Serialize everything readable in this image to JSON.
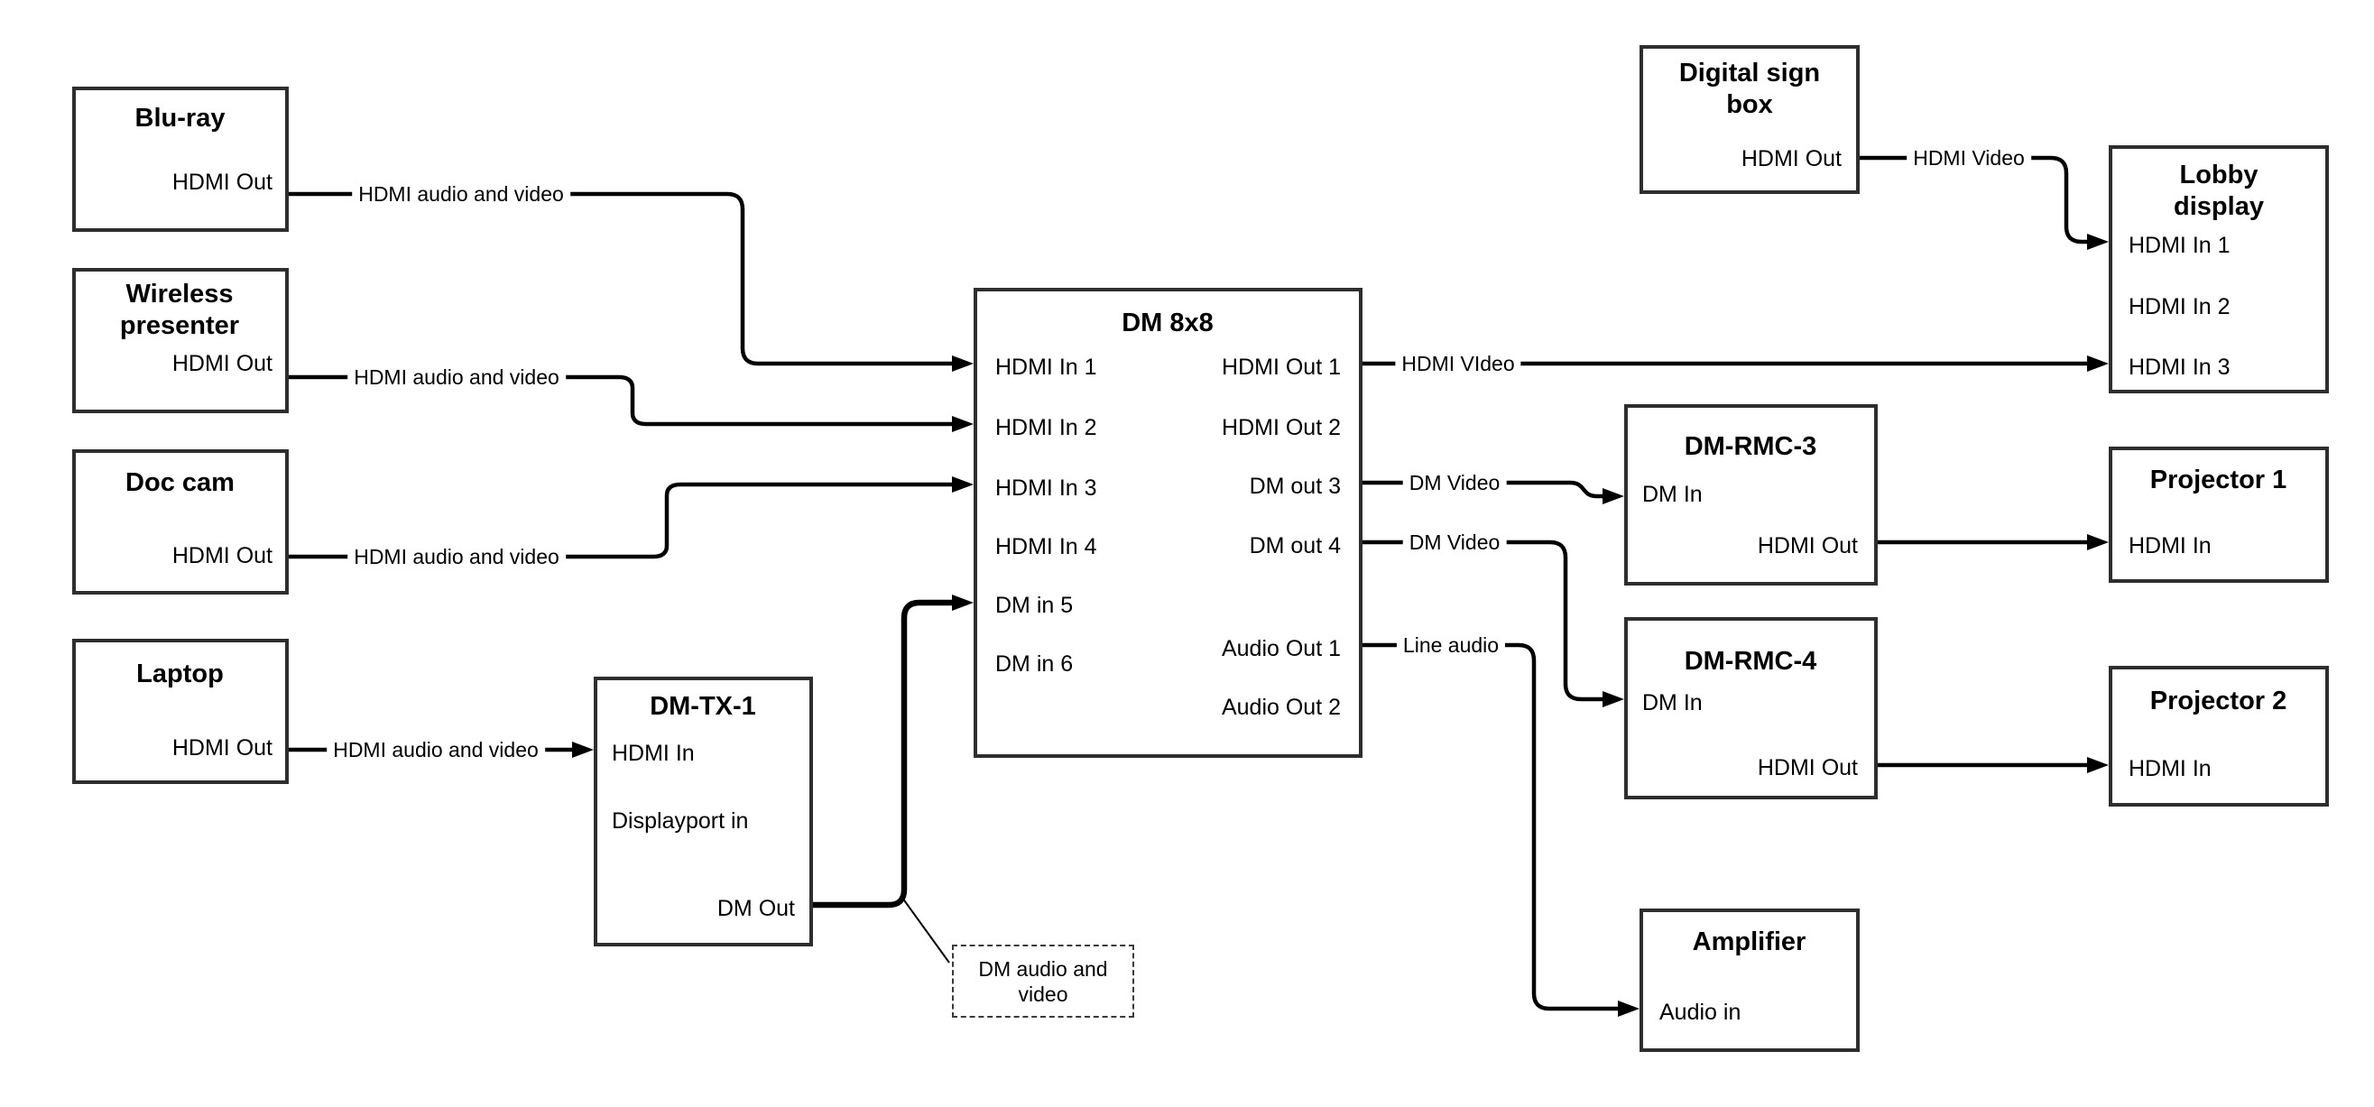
{
  "nodes": {
    "blu_ray": {
      "title": "Blu-ray",
      "port_out": "HDMI Out"
    },
    "wireless": {
      "title": "Wireless presenter",
      "port_out": "HDMI Out"
    },
    "doc_cam": {
      "title": "Doc cam",
      "port_out": "HDMI Out"
    },
    "laptop": {
      "title": "Laptop",
      "port_out": "HDMI Out"
    },
    "dm_tx_1": {
      "title": "DM-TX-1",
      "port_hdmi_in": "HDMI In",
      "port_dp_in": "Displayport in",
      "port_dm_out": "DM Out"
    },
    "dm_8x8": {
      "title": "DM 8x8",
      "in1": "HDMI In 1",
      "in2": "HDMI In 2",
      "in3": "HDMI In 3",
      "in4": "HDMI In 4",
      "in5": "DM in 5",
      "in6": "DM in 6",
      "out1": "HDMI Out 1",
      "out2": "HDMI Out 2",
      "out3": "DM out 3",
      "out4": "DM out 4",
      "aout1": "Audio Out 1",
      "aout2": "Audio Out 2"
    },
    "digital_sign_box": {
      "title": "Digital sign box",
      "port_out": "HDMI Out"
    },
    "lobby_display": {
      "title": "Lobby display",
      "in1": "HDMI In 1",
      "in2": "HDMI In 2",
      "in3": "HDMI In 3"
    },
    "dm_rmc_3": {
      "title": "DM-RMC-3",
      "port_in": "DM In",
      "port_out": "HDMI Out"
    },
    "dm_rmc_4": {
      "title": "DM-RMC-4",
      "port_in": "DM In",
      "port_out": "HDMI Out"
    },
    "projector_1": {
      "title": "Projector 1",
      "port_in": "HDMI In"
    },
    "projector_2": {
      "title": "Projector 2",
      "port_in": "HDMI In"
    },
    "amplifier": {
      "title": "Amplifier",
      "port_in": "Audio in"
    }
  },
  "wire_labels": {
    "blu_ray_wire": "HDMI audio and video",
    "wireless_wire": "HDMI audio and video",
    "doc_cam_wire": "HDMI audio and video",
    "laptop_wire": "HDMI audio and video",
    "hdmi_out1_wire": "HDMI VIdeo",
    "dm_out3_wire": "DM Video",
    "dm_out4_wire": "DM Video",
    "audio_out1_wire": "Line audio",
    "digital_sign_wire": "HDMI Video"
  },
  "callout": {
    "text": "DM audio and video"
  },
  "colors": {
    "wire": "#000000",
    "box_border": "#2e2e2e",
    "background": "#ffffff"
  }
}
